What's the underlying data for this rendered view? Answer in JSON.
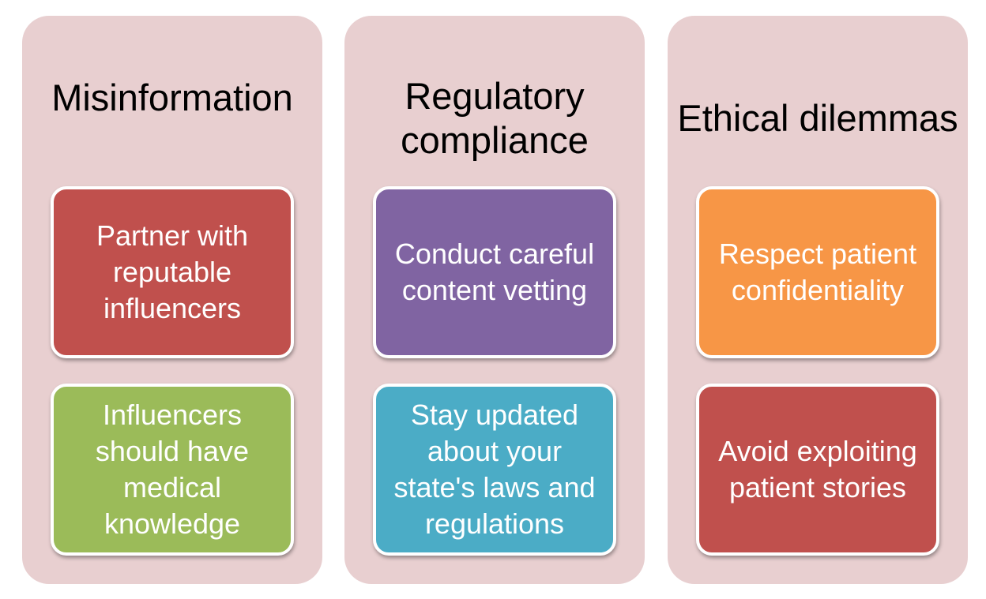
{
  "columns": [
    {
      "title": "Misinformation",
      "cards": [
        {
          "text": "Partner with reputable influencers",
          "color": "#c0504d"
        },
        {
          "text": "Influencers should have medical knowledge",
          "color": "#9bbb59"
        }
      ]
    },
    {
      "title": "Regulatory compliance",
      "cards": [
        {
          "text": "Conduct careful content vetting",
          "color": "#8064a2"
        },
        {
          "text": "Stay updated about your state's laws and regulations",
          "color": "#4bacc6"
        }
      ]
    },
    {
      "title": "Ethical dilemmas",
      "cards": [
        {
          "text": "Respect patient confidentiality",
          "color": "#f79646"
        },
        {
          "text": "Avoid exploiting patient stories",
          "color": "#c0504d"
        }
      ]
    }
  ],
  "column_background": "#e8cfd0"
}
